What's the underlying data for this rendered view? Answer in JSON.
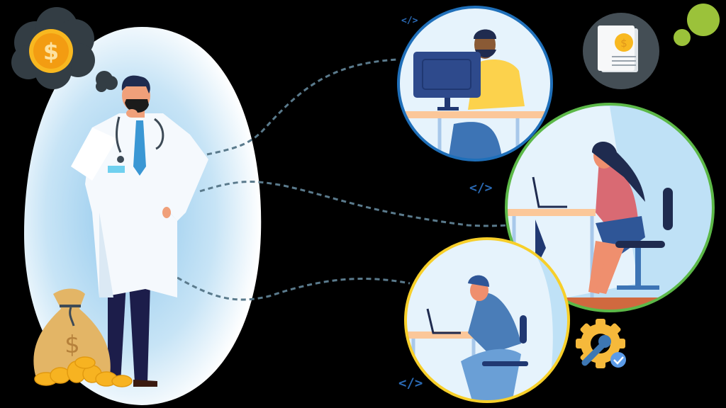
{
  "scene": {
    "description": "Doctor thinking about money connected by dashed lines to three remote workers",
    "background": "#000000"
  },
  "colors": {
    "aura_inner": "#9fd0ef",
    "aura_outer": "#ffffff",
    "thought_cloud": "#333d44",
    "coin_gold": "#f8b820",
    "coin_inner": "#f39c12",
    "dashed_line": "#5a7a8c",
    "circle_blue_border": "#1f6fb9",
    "circle_green_border": "#5cb848",
    "circle_yellow_border": "#f7cf2a",
    "circle_fill": "#e6f3fc",
    "green_dots": "#9bc23a",
    "invoice_bg": "#444e55",
    "gear": "#f6b93b",
    "wrench": "#3d77b3",
    "check_badge": "#5b9be8",
    "money_bag": "#e3b566"
  },
  "symbols": {
    "dollar": "$",
    "code_tag": "</>"
  },
  "code_tags": [
    {
      "id": "top",
      "text": "</>"
    },
    {
      "id": "middle",
      "text": "</>"
    },
    {
      "id": "bottom",
      "text": "</>"
    }
  ],
  "workers": [
    {
      "id": "man-desktop",
      "shirt": "#fcd24c",
      "border": "blue"
    },
    {
      "id": "woman-laptop",
      "shirt": "#d96a73",
      "border": "green"
    },
    {
      "id": "man-laptop-glasses",
      "shirt": "#4a7db8",
      "border": "yellow"
    }
  ]
}
